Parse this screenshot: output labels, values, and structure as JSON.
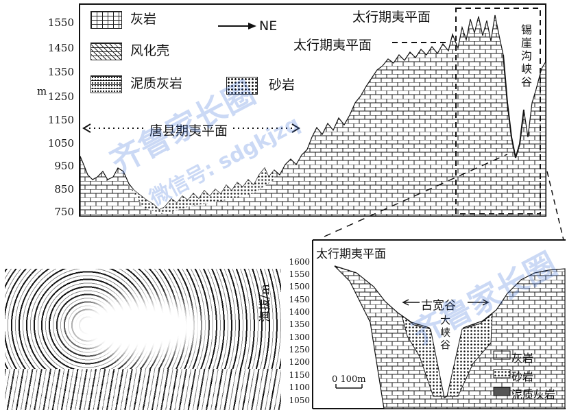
{
  "top_profile": {
    "y_ticks": [
      "1550",
      "1450",
      "1350",
      "1250",
      "1150",
      "1050",
      "950",
      "850",
      "750"
    ],
    "y_unit": "m",
    "legend": {
      "limestone": "灰岩",
      "weathering_crust": "风化壳",
      "marly_limestone": "泥质灰岩",
      "sandstone": "砂岩"
    },
    "direction": "NE",
    "labels": {
      "taihang_surface_upper": "太行期夷平面",
      "taihang_surface_lower": "太行期夷平面",
      "tangxian_surface": "唐县期夷平面",
      "valley": "锡崖沟峡谷"
    }
  },
  "inset_profile": {
    "title": "太行期夷平面",
    "y_axis_label": "海拔/m",
    "y_ticks": [
      "1600",
      "1550",
      "1500",
      "1450",
      "1400",
      "1350",
      "1300",
      "1250",
      "1200",
      "1150",
      "1100",
      "1050"
    ],
    "labels": {
      "ancient_valley": "古宽谷",
      "canyon": "大峡谷"
    },
    "scale_bar": "0 100m",
    "legend": {
      "limestone": "灰岩",
      "sandstone": "砂岩",
      "marly_limestone": "泥质灰岩"
    }
  },
  "watermarks": {
    "brand": "齐鲁家长圈",
    "wechat": "微信号: sdgkjzq"
  }
}
